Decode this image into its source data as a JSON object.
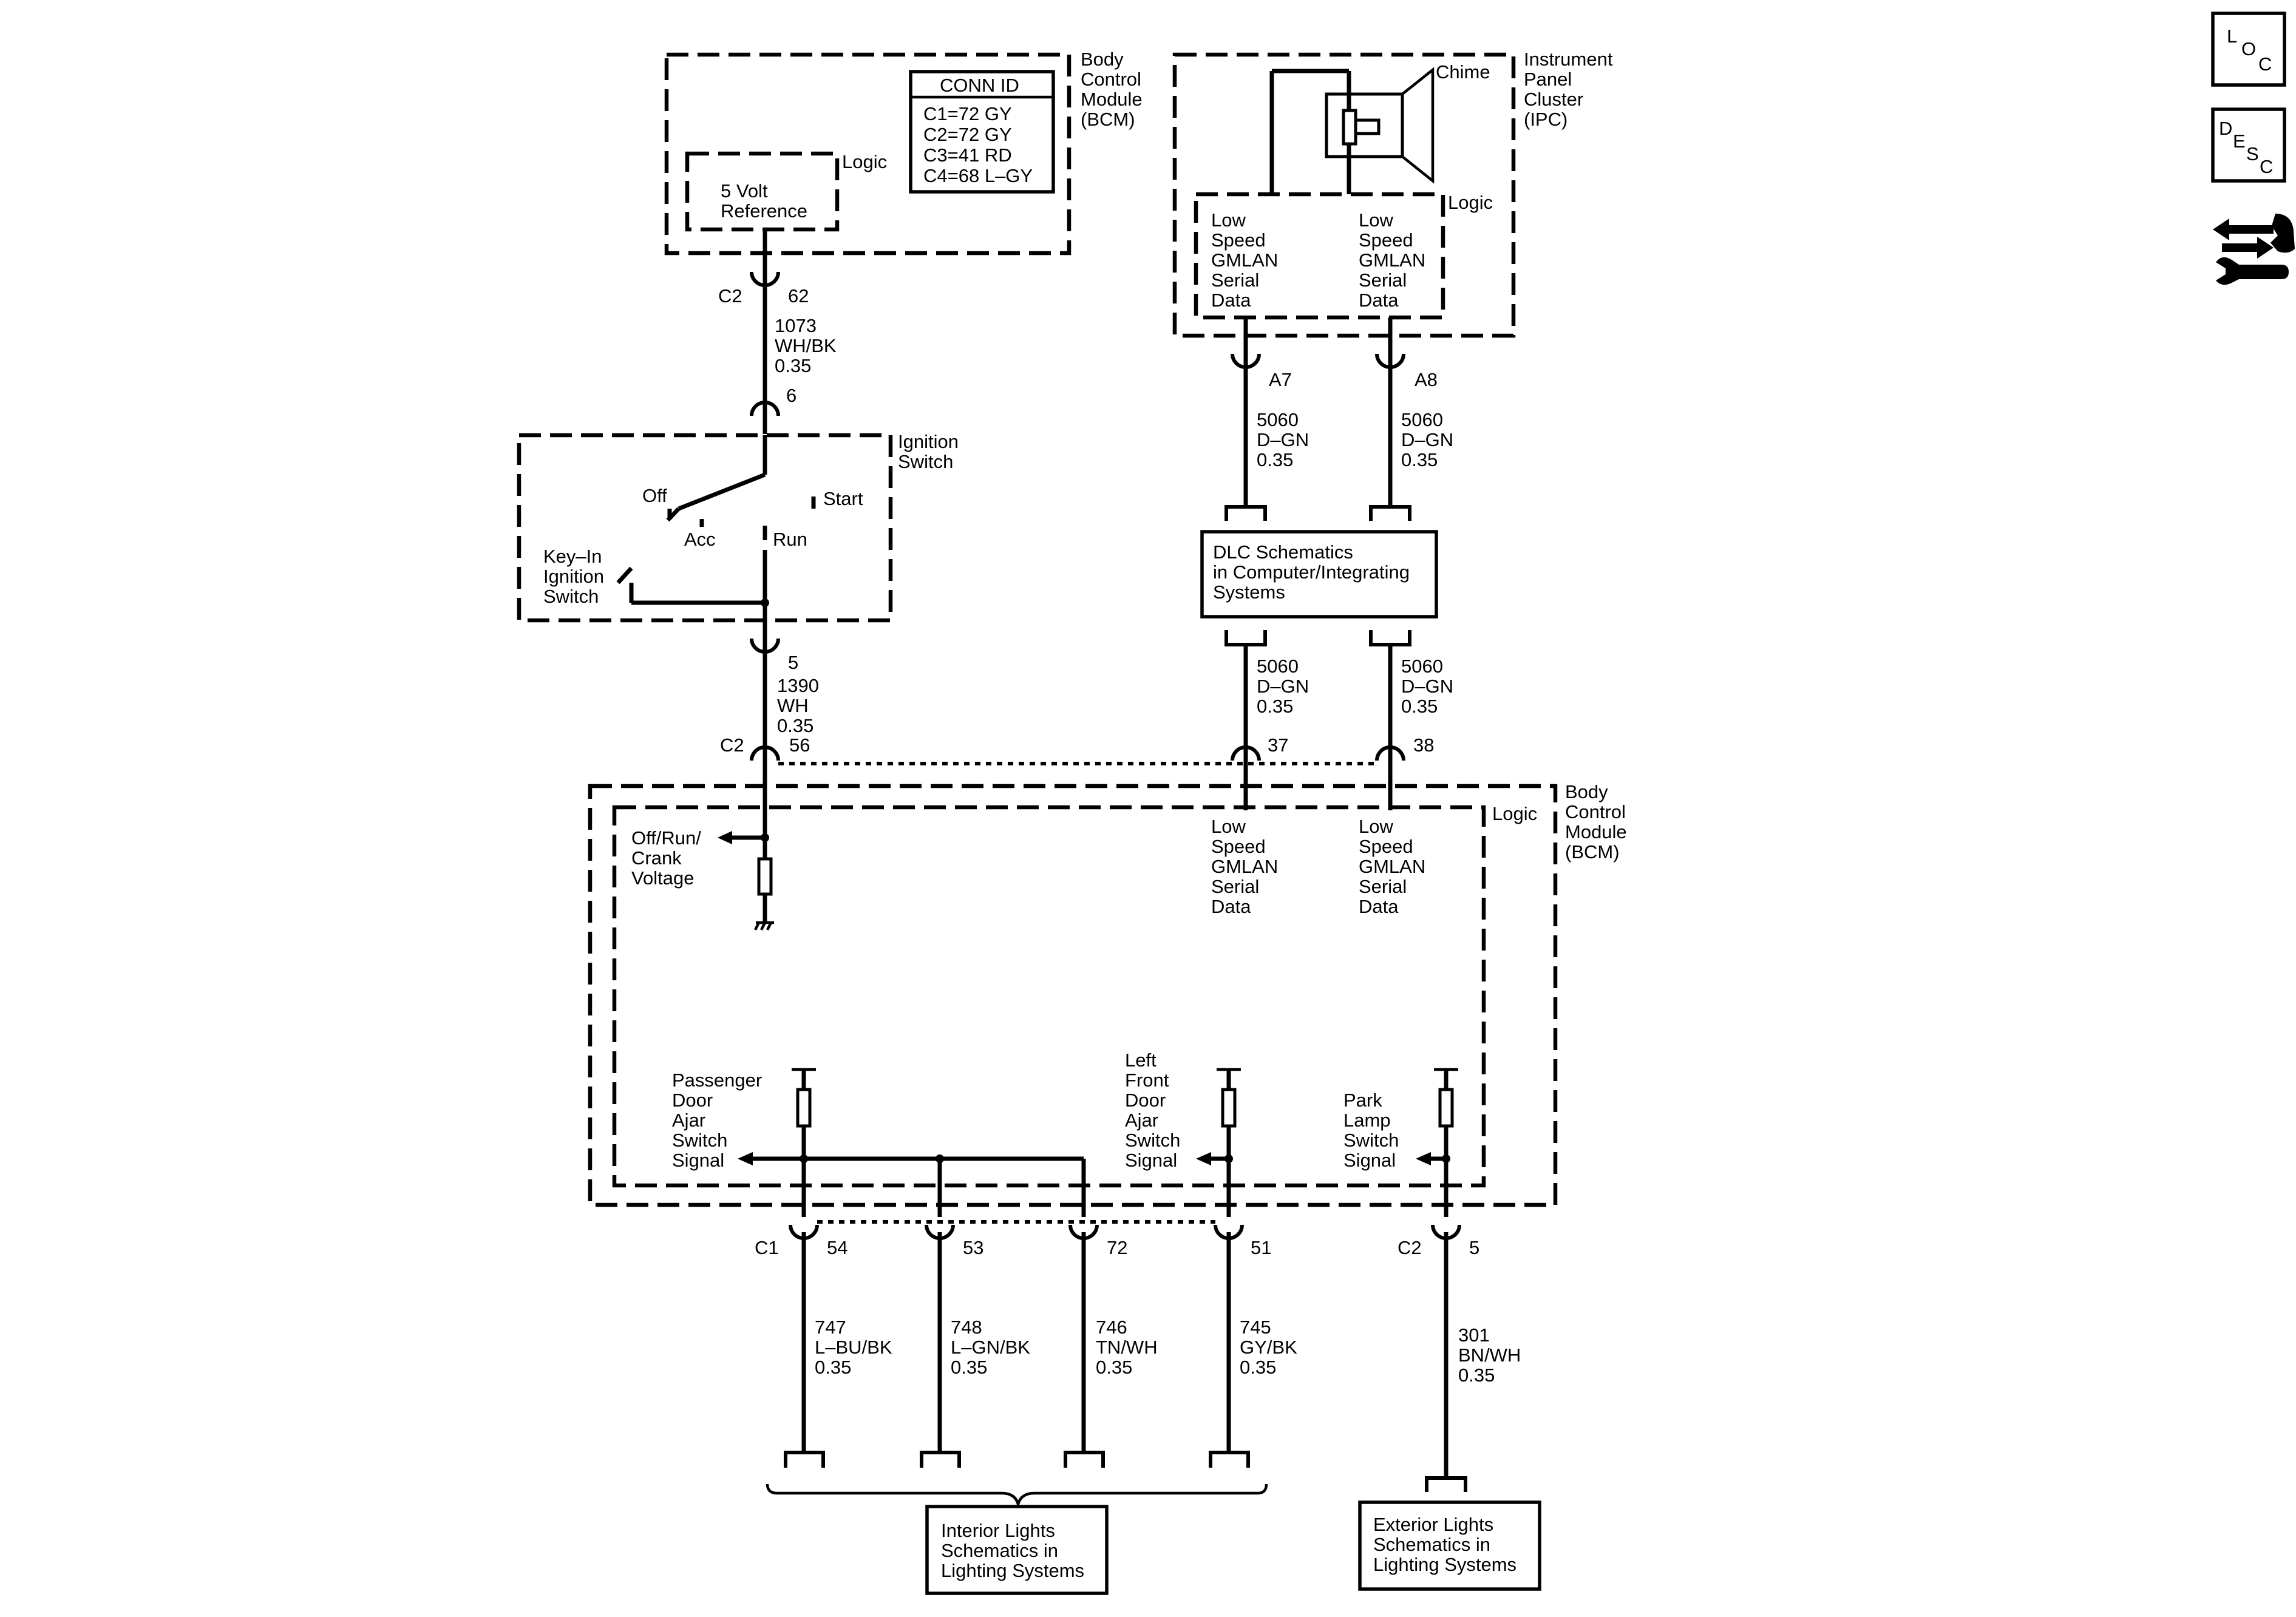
{
  "bcm_top": {
    "name": [
      "Body",
      "Control",
      "Module",
      "(BCM)"
    ],
    "logic_label": "Logic",
    "ref_lines": [
      "5 Volt",
      "Reference"
    ],
    "conn_id_title": "CONN ID",
    "conn_id_rows": [
      "C1=72 GY",
      "C2=72 GY",
      "C3=41 RD",
      "C4=68 L–GY"
    ]
  },
  "ipc": {
    "name": [
      "Instrument",
      "Panel",
      "Cluster",
      "(IPC)"
    ],
    "chime_label": "Chime",
    "logic_label": "Logic",
    "gmlan_left": [
      "Low",
      "Speed",
      "GMLAN",
      "Serial",
      "Data"
    ],
    "gmlan_right": [
      "Low",
      "Speed",
      "GMLAN",
      "Serial",
      "Data"
    ]
  },
  "ignition": {
    "name": [
      "Ignition",
      "Switch"
    ],
    "off": "Off",
    "acc": "Acc",
    "run": "Run",
    "start": "Start",
    "key_in": [
      "Key–In",
      "Ignition",
      "Switch"
    ]
  },
  "wire_top": {
    "connector": "C2",
    "pin_top": "62",
    "circuit": [
      "1073",
      "WH/BK",
      "0.35"
    ],
    "pin_bottom": "6"
  },
  "wire_ign": {
    "pin_top": "5",
    "circuit": [
      "1390",
      "WH",
      "0.35"
    ],
    "connector": "C2",
    "pin_bottom": "56"
  },
  "dlc": {
    "pin_a7": "A7",
    "pin_a8": "A8",
    "circuit_a7_top": [
      "5060",
      "D–GN",
      "0.35"
    ],
    "circuit_a8_top": [
      "5060",
      "D–GN",
      "0.35"
    ],
    "box": [
      "DLC Schematics",
      "in Computer/Integrating",
      "Systems"
    ],
    "circuit_a7_bottom": [
      "5060",
      "D–GN",
      "0.35"
    ],
    "circuit_a8_bottom": [
      "5060",
      "D–GN",
      "0.35"
    ],
    "pin_37": "37",
    "pin_38": "38"
  },
  "bcm_bottom": {
    "name": [
      "Body",
      "Control",
      "Module",
      "(BCM)"
    ],
    "logic_label": "Logic",
    "off_run_crank": [
      "Off/Run/",
      "Crank",
      "Voltage"
    ],
    "gmlan_left": [
      "Low",
      "Speed",
      "GMLAN",
      "Serial",
      "Data"
    ],
    "gmlan_right": [
      "Low",
      "Speed",
      "GMLAN",
      "Serial",
      "Data"
    ],
    "passenger_door": [
      "Passenger",
      "Door",
      "Ajar",
      "Switch",
      "Signal"
    ],
    "left_front_door": [
      "Left",
      "Front",
      "Door",
      "Ajar",
      "Switch",
      "Signal"
    ],
    "park_lamp": [
      "Park",
      "Lamp",
      "Switch",
      "Signal"
    ]
  },
  "bottom_wires": {
    "c1": "C1",
    "c2": "C2",
    "pins": [
      "54",
      "53",
      "72",
      "51",
      "5"
    ],
    "circuits": [
      [
        "747",
        "L–BU/BK",
        "0.35"
      ],
      [
        "748",
        "L–GN/BK",
        "0.35"
      ],
      [
        "746",
        "TN/WH",
        "0.35"
      ],
      [
        "745",
        "GY/BK",
        "0.35"
      ],
      [
        "301",
        "BN/WH",
        "0.35"
      ]
    ],
    "interior_box": [
      "Interior Lights",
      "Schematics in",
      "Lighting Systems"
    ],
    "exterior_box": [
      "Exterior Lights",
      "Schematics in",
      "Lighting Systems"
    ]
  },
  "side_icons": {
    "loc": [
      "L",
      "O",
      "C"
    ],
    "desc": [
      "D",
      "E",
      "S",
      "C"
    ],
    "service_icon": "service-arrows-wrench-icon"
  }
}
